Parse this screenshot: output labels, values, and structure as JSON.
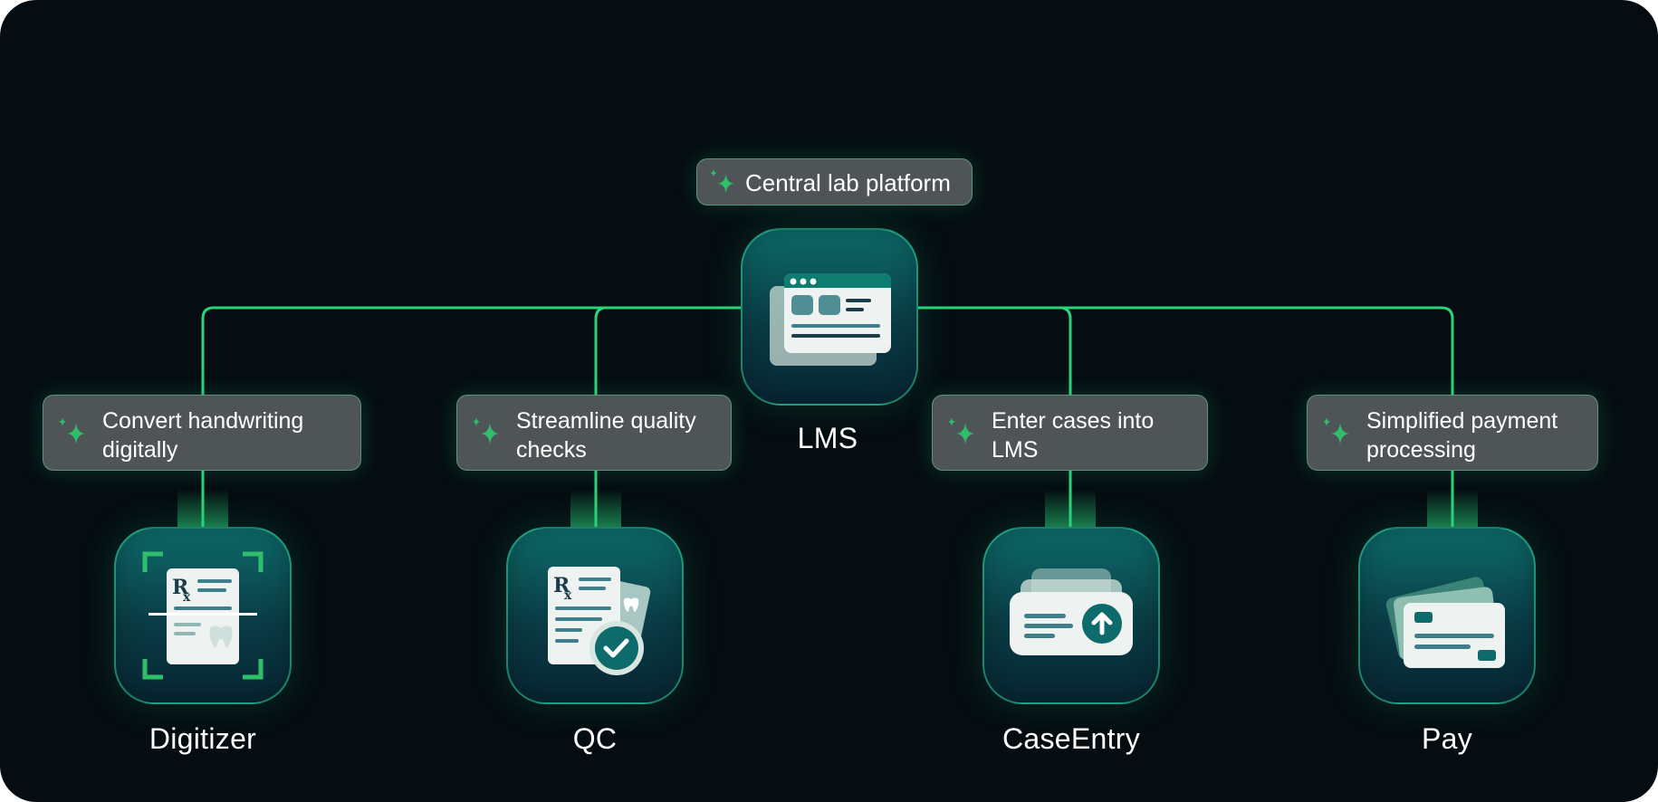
{
  "colors": {
    "background": "#050d12",
    "connector": "#2ad37a",
    "pill_fill": "#4f5557",
    "node_gradient_top": "#0d6b6a",
    "node_gradient_bottom": "#072633",
    "accent_green": "#2fbf6a"
  },
  "hub": {
    "tag": "Central lab platform",
    "tag_icon": "sparkle-icon",
    "label": "LMS",
    "icon": "browser-window-icon"
  },
  "modules": [
    {
      "label": "Digitizer",
      "tag": "Convert handwriting digitally",
      "tag_icon": "sparkle-icon",
      "icon": "scan-prescription-icon"
    },
    {
      "label": "QC",
      "tag": "Streamline quality checks",
      "tag_icon": "sparkle-icon",
      "icon": "prescription-check-icon"
    },
    {
      "label": "CaseEntry",
      "tag": "Enter cases into LMS",
      "tag_icon": "sparkle-icon",
      "icon": "upload-card-icon"
    },
    {
      "label": "Pay",
      "tag": "Simplified payment processing",
      "tag_icon": "sparkle-icon",
      "icon": "payment-cards-icon"
    }
  ]
}
